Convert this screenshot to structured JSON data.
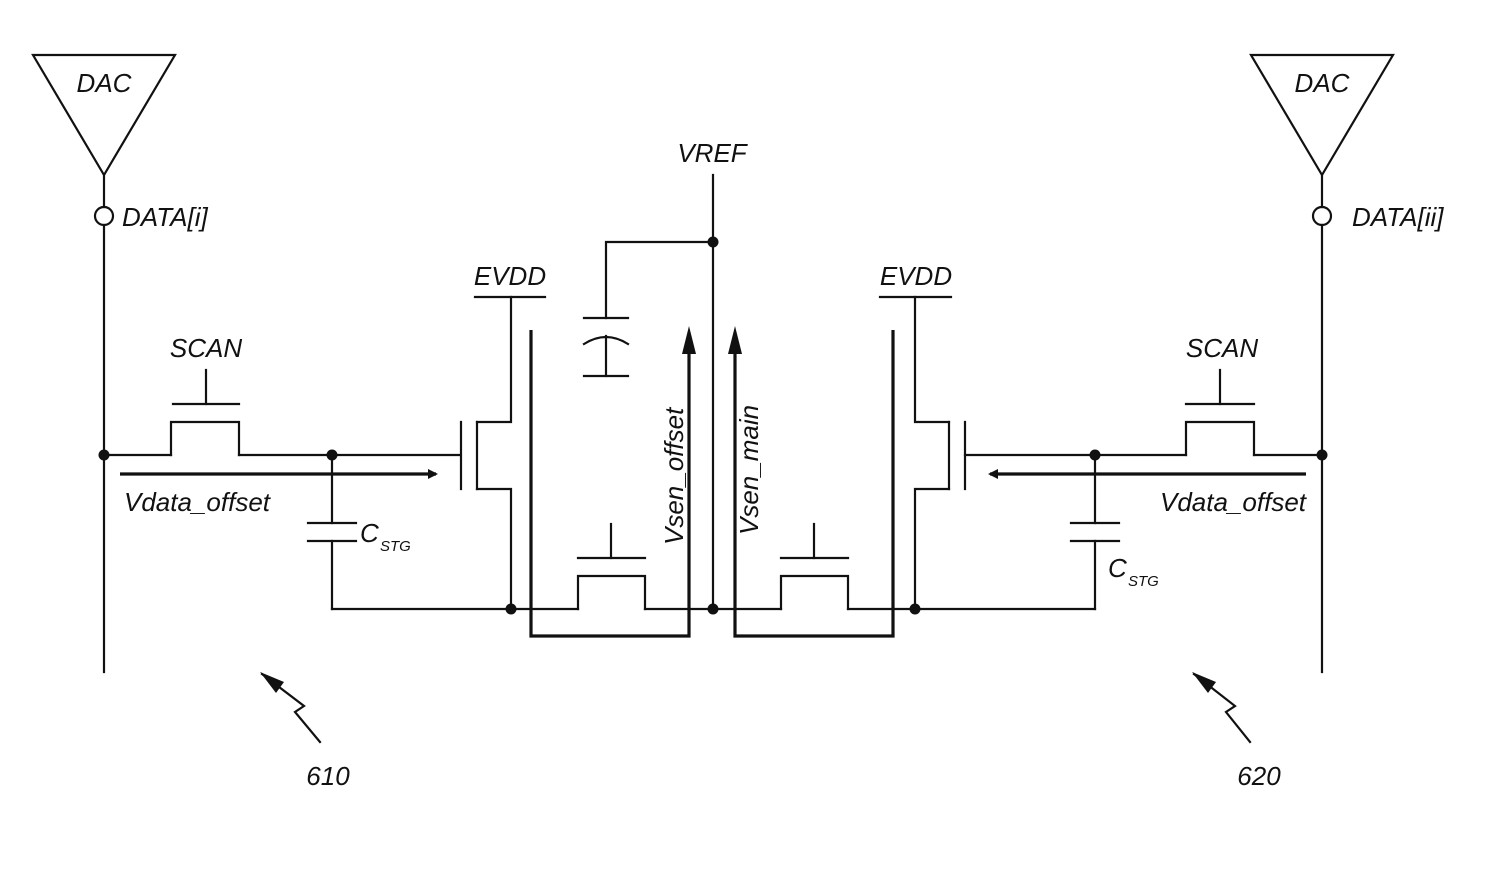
{
  "labels": {
    "dac_left": "DAC",
    "dac_right": "DAC",
    "data_left": "DATA[i]",
    "data_right": "DATA[ii]",
    "vref": "VREF",
    "evdd_left": "EVDD",
    "evdd_right": "EVDD",
    "scan_left": "SCAN",
    "scan_right": "SCAN",
    "vdata_left": "Vdata_offset",
    "vdata_right": "Vdata_offset",
    "cstg_left_main": "C",
    "cstg_left_sub": "STG",
    "cstg_right_main": "C",
    "cstg_right_sub": "STG",
    "vsen_offset": "Vsen_offset",
    "vsen_main": "Vsen_main",
    "ref_left": "610",
    "ref_right": "620"
  }
}
